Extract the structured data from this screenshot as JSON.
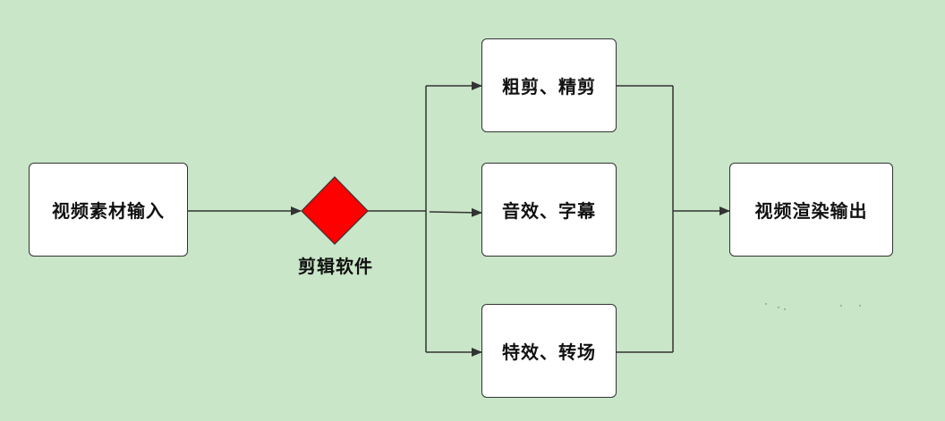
{
  "diagram": {
    "nodes": {
      "input": "视频素材输入",
      "editing_software": "剪辑软件",
      "rough_fine_cut": "粗剪、精剪",
      "audio_subtitles": "音效、字幕",
      "effects_transitions": "特效、转场",
      "render_output": "视频渲染输出"
    },
    "colors": {
      "background": "#c9e6c8",
      "box_fill": "#ffffff",
      "decision_fill": "#ff0000",
      "line": "#333333"
    }
  }
}
